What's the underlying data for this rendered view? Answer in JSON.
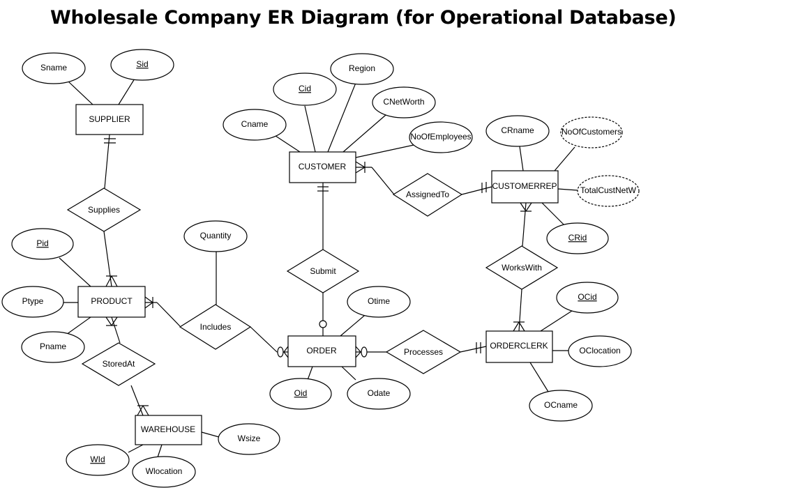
{
  "title": "Wholesale Company ER Diagram (for Operational Database)",
  "entities": {
    "supplier": "SUPPLIER",
    "product": "PRODUCT",
    "warehouse": "WAREHOUSE",
    "customer": "CUSTOMER",
    "order": "ORDER",
    "customerrep": "CUSTOMERREP",
    "orderclerk": "ORDERCLERK"
  },
  "relationships": {
    "supplies": "Supplies",
    "storedat": "StoredAt",
    "includes": "Includes",
    "submit": "Submit",
    "assignedto": "AssignedTo",
    "workswith": "WorksWith",
    "processes": "Processes"
  },
  "attributes": {
    "sname": "Sname",
    "sid": "Sid",
    "pid": "Pid",
    "ptype": "Ptype",
    "pname": "Pname",
    "wid": "WId",
    "wlocation": "Wlocation",
    "wsize": "Wsize",
    "quantity": "Quantity",
    "cid": "Cid",
    "region": "Region",
    "cnetworth": "CNetWorth",
    "cname": "Cname",
    "noofemployees": "NoOfEmployees",
    "crname": "CRname",
    "noofcustomers": "NoOfCustomers",
    "totalcustnetw": "TotalCustNetW",
    "crid": "CRid",
    "otime": "Otime",
    "oid": "Oid",
    "odate": "Odate",
    "ocid": "OCid",
    "oclocation": "OClocation",
    "ocname": "OCname"
  }
}
